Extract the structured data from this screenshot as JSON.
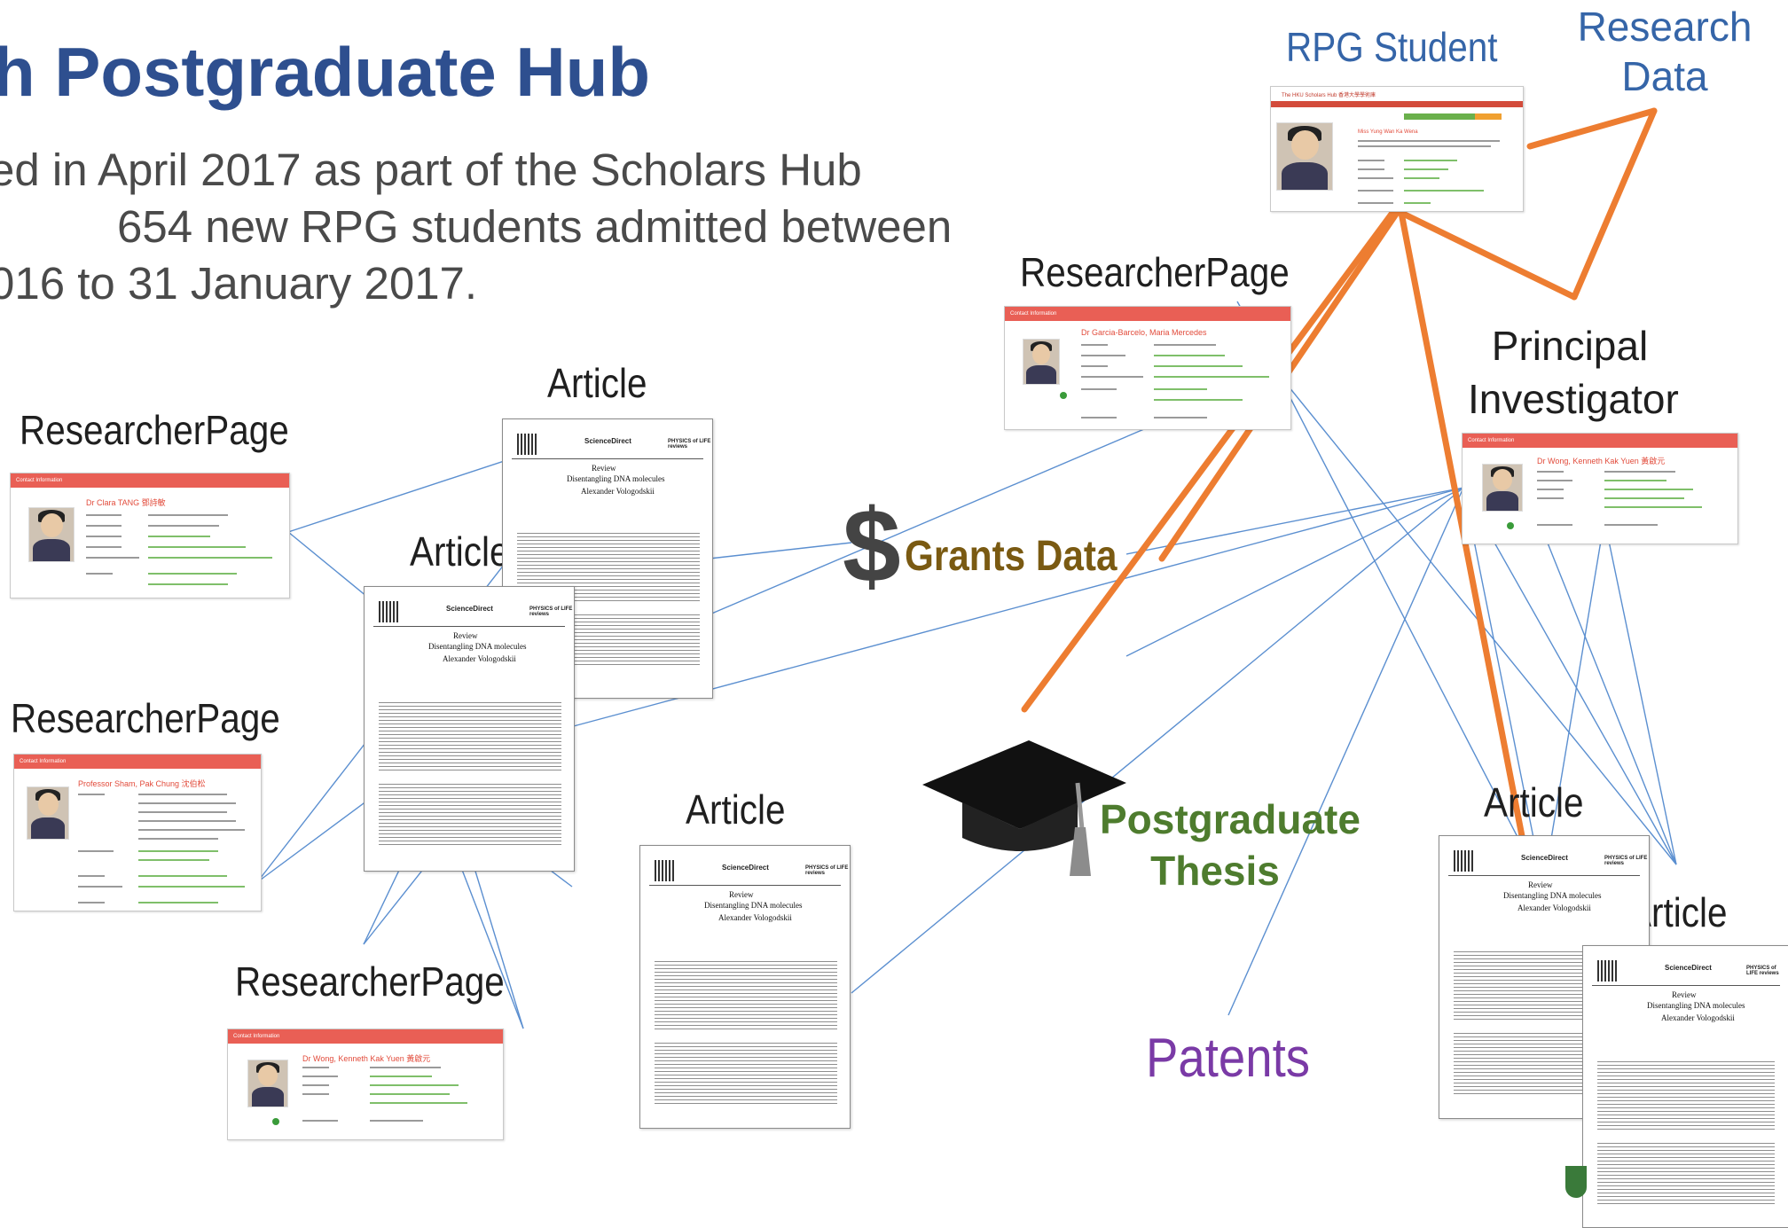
{
  "title": "h Postgraduate Hub",
  "intro": [
    "ed in April 2017 as part of the Scholars Hub",
    "654 new RPG students admitted between",
    "016 to 31 January 2017."
  ],
  "labels": {
    "rpg_student": "RPG Student",
    "research_data_1": "Research",
    "research_data_2": "Data",
    "researcher_page": "ResearcherPage",
    "principal_1": "Principal",
    "principal_2": "Investigator",
    "article": "Article",
    "grants_dollar": "$",
    "grants": "Grants Data",
    "thesis_1": "Postgraduate",
    "thesis_2": "Thesis",
    "patents": "Patents"
  },
  "cards": {
    "tang": {
      "header": "Contact Information",
      "name": "Dr Clara TANG 鄧詩敏"
    },
    "sham": {
      "header": "Contact Information",
      "name": "Professor Sham, Pak Chung 沈伯松"
    },
    "wong": {
      "header": "Contact Information",
      "name": "Dr Wong, Kenneth Kak Yuen 黃啟元"
    },
    "garcia": {
      "header": "Contact Information",
      "name": "Dr Garcia-Barcelo, Maria Mercedes"
    },
    "pi": {
      "header": "Contact Information",
      "name": "Dr Wong, Kenneth Kak Yuen 黃啟元"
    }
  },
  "rpg_page": {
    "site_title": "The HKU Scholars Hub 香港大學學術庫",
    "student_name": "Miss Yung Wan Ka Wena"
  },
  "article": {
    "publisher": "ScienceDirect",
    "journal": "PHYSICS of LIFE reviews",
    "kind": "Review",
    "headline": "Disentangling DNA molecules",
    "author": "Alexander Vologodskii"
  },
  "colors": {
    "title": "#2e4f8f",
    "thin_line": "#5b8fd0",
    "thick_line": "#ed7d31",
    "card_header": "#e95f55"
  },
  "icons": {
    "cap": "graduation-cap-icon",
    "dollar": "dollar-sign-icon",
    "hku_crest": "hku-crest-icon"
  }
}
